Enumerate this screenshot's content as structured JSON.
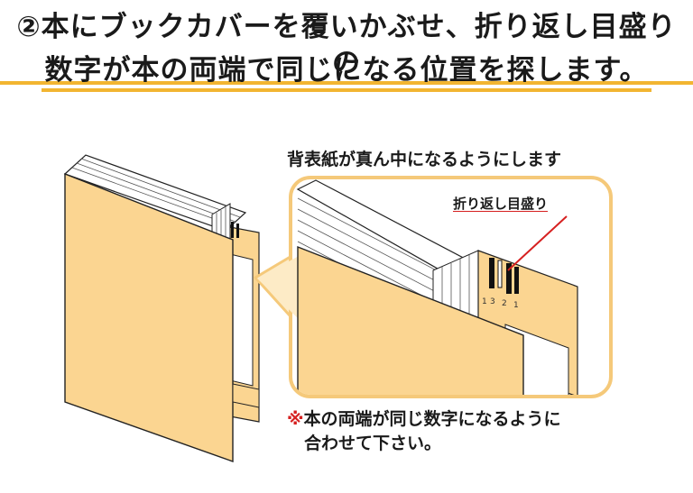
{
  "heading": {
    "line1": "②本にブックカバーを覆いかぶせ、折り返し目盛りの",
    "line2": "数字が本の両端で同じになる位置を探します。"
  },
  "illustration": {
    "caption": "背表紙が真ん中になるようにします",
    "zoom_label": "折り返し目盛り",
    "scale_numbers": [
      "1",
      "3",
      "2",
      "1"
    ]
  },
  "note": {
    "mark": "※",
    "line1": "本の両端が同じ数字になるように",
    "line2": "合わせて下さい。"
  },
  "colors": {
    "cover": "#fbd591",
    "underline": "#f2b531",
    "callout_border": "#f5c97a",
    "accent_red": "#d62020",
    "text": "#1a1a1a"
  }
}
